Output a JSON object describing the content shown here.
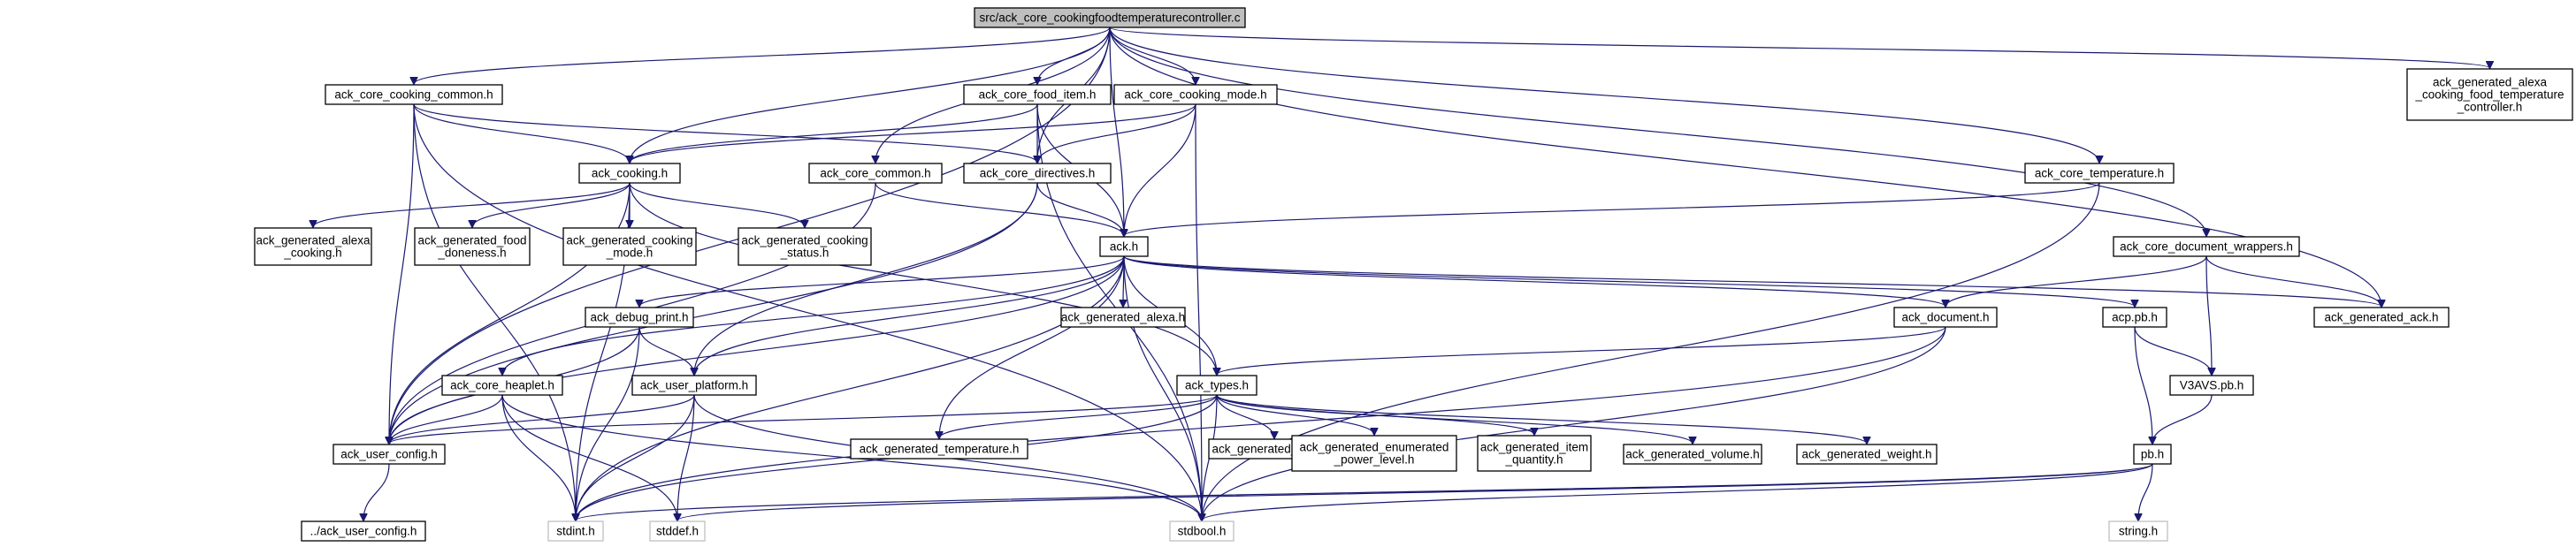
{
  "diagram": {
    "nodes": [
      {
        "id": "root",
        "lines": [
          "src/ack_core_cookingfoodtemperaturecontroller.c"
        ]
      },
      {
        "id": "cooking_common",
        "lines": [
          "ack_core_cooking_common.h"
        ]
      },
      {
        "id": "food_item",
        "lines": [
          "ack_core_food_item.h"
        ]
      },
      {
        "id": "cooking_mode",
        "lines": [
          "ack_core_cooking_mode.h"
        ]
      },
      {
        "id": "gen_alexa_cftc",
        "lines": [
          "ack_generated_alexa",
          "_cooking_food_temperature",
          "_controller.h"
        ]
      },
      {
        "id": "cooking",
        "lines": [
          "ack_cooking.h"
        ]
      },
      {
        "id": "core_common",
        "lines": [
          "ack_core_common.h"
        ]
      },
      {
        "id": "directives",
        "lines": [
          "ack_core_directives.h"
        ]
      },
      {
        "id": "temperature",
        "lines": [
          "ack_core_temperature.h"
        ]
      },
      {
        "id": "gen_alexa_cooking",
        "lines": [
          "ack_generated_alexa",
          "_cooking.h"
        ]
      },
      {
        "id": "gen_food_doneness",
        "lines": [
          "ack_generated_food",
          "_doneness.h"
        ]
      },
      {
        "id": "gen_cooking_mode",
        "lines": [
          "ack_generated_cooking",
          "_mode.h"
        ]
      },
      {
        "id": "gen_cooking_status",
        "lines": [
          "ack_generated_cooking",
          "_status.h"
        ]
      },
      {
        "id": "ack",
        "lines": [
          "ack.h"
        ]
      },
      {
        "id": "doc_wrappers",
        "lines": [
          "ack_core_document_wrappers.h"
        ]
      },
      {
        "id": "debug_print",
        "lines": [
          "ack_debug_print.h"
        ]
      },
      {
        "id": "gen_alexa",
        "lines": [
          "ack_generated_alexa.h"
        ]
      },
      {
        "id": "document",
        "lines": [
          "ack_document.h"
        ]
      },
      {
        "id": "acp_pb",
        "lines": [
          "acp.pb.h"
        ]
      },
      {
        "id": "gen_ack",
        "lines": [
          "ack_generated_ack.h"
        ]
      },
      {
        "id": "heaplet",
        "lines": [
          "ack_core_heaplet.h"
        ]
      },
      {
        "id": "user_platform",
        "lines": [
          "ack_user_platform.h"
        ]
      },
      {
        "id": "types",
        "lines": [
          "ack_types.h"
        ]
      },
      {
        "id": "v3avs",
        "lines": [
          "V3AVS.pb.h"
        ]
      },
      {
        "id": "user_config",
        "lines": [
          "ack_user_config.h"
        ]
      },
      {
        "id": "gen_temperature",
        "lines": [
          "ack_generated_temperature.h"
        ]
      },
      {
        "id": "gen_count",
        "lines": [
          "ack_generated_count.h"
        ]
      },
      {
        "id": "gen_enum_power",
        "lines": [
          "ack_generated_enumerated",
          "_power_level.h"
        ]
      },
      {
        "id": "gen_item_qty",
        "lines": [
          "ack_generated_item",
          "_quantity.h"
        ]
      },
      {
        "id": "gen_volume",
        "lines": [
          "ack_generated_volume.h"
        ]
      },
      {
        "id": "gen_weight",
        "lines": [
          "ack_generated_weight.h"
        ]
      },
      {
        "id": "pb",
        "lines": [
          "pb.h"
        ]
      },
      {
        "id": "up_user_config",
        "lines": [
          "../ack_user_config.h"
        ]
      },
      {
        "id": "stdint",
        "lines": [
          "stdint.h"
        ]
      },
      {
        "id": "stddef",
        "lines": [
          "stddef.h"
        ]
      },
      {
        "id": "stdbool",
        "lines": [
          "stdbool.h"
        ]
      },
      {
        "id": "string",
        "lines": [
          "string.h"
        ]
      }
    ]
  }
}
